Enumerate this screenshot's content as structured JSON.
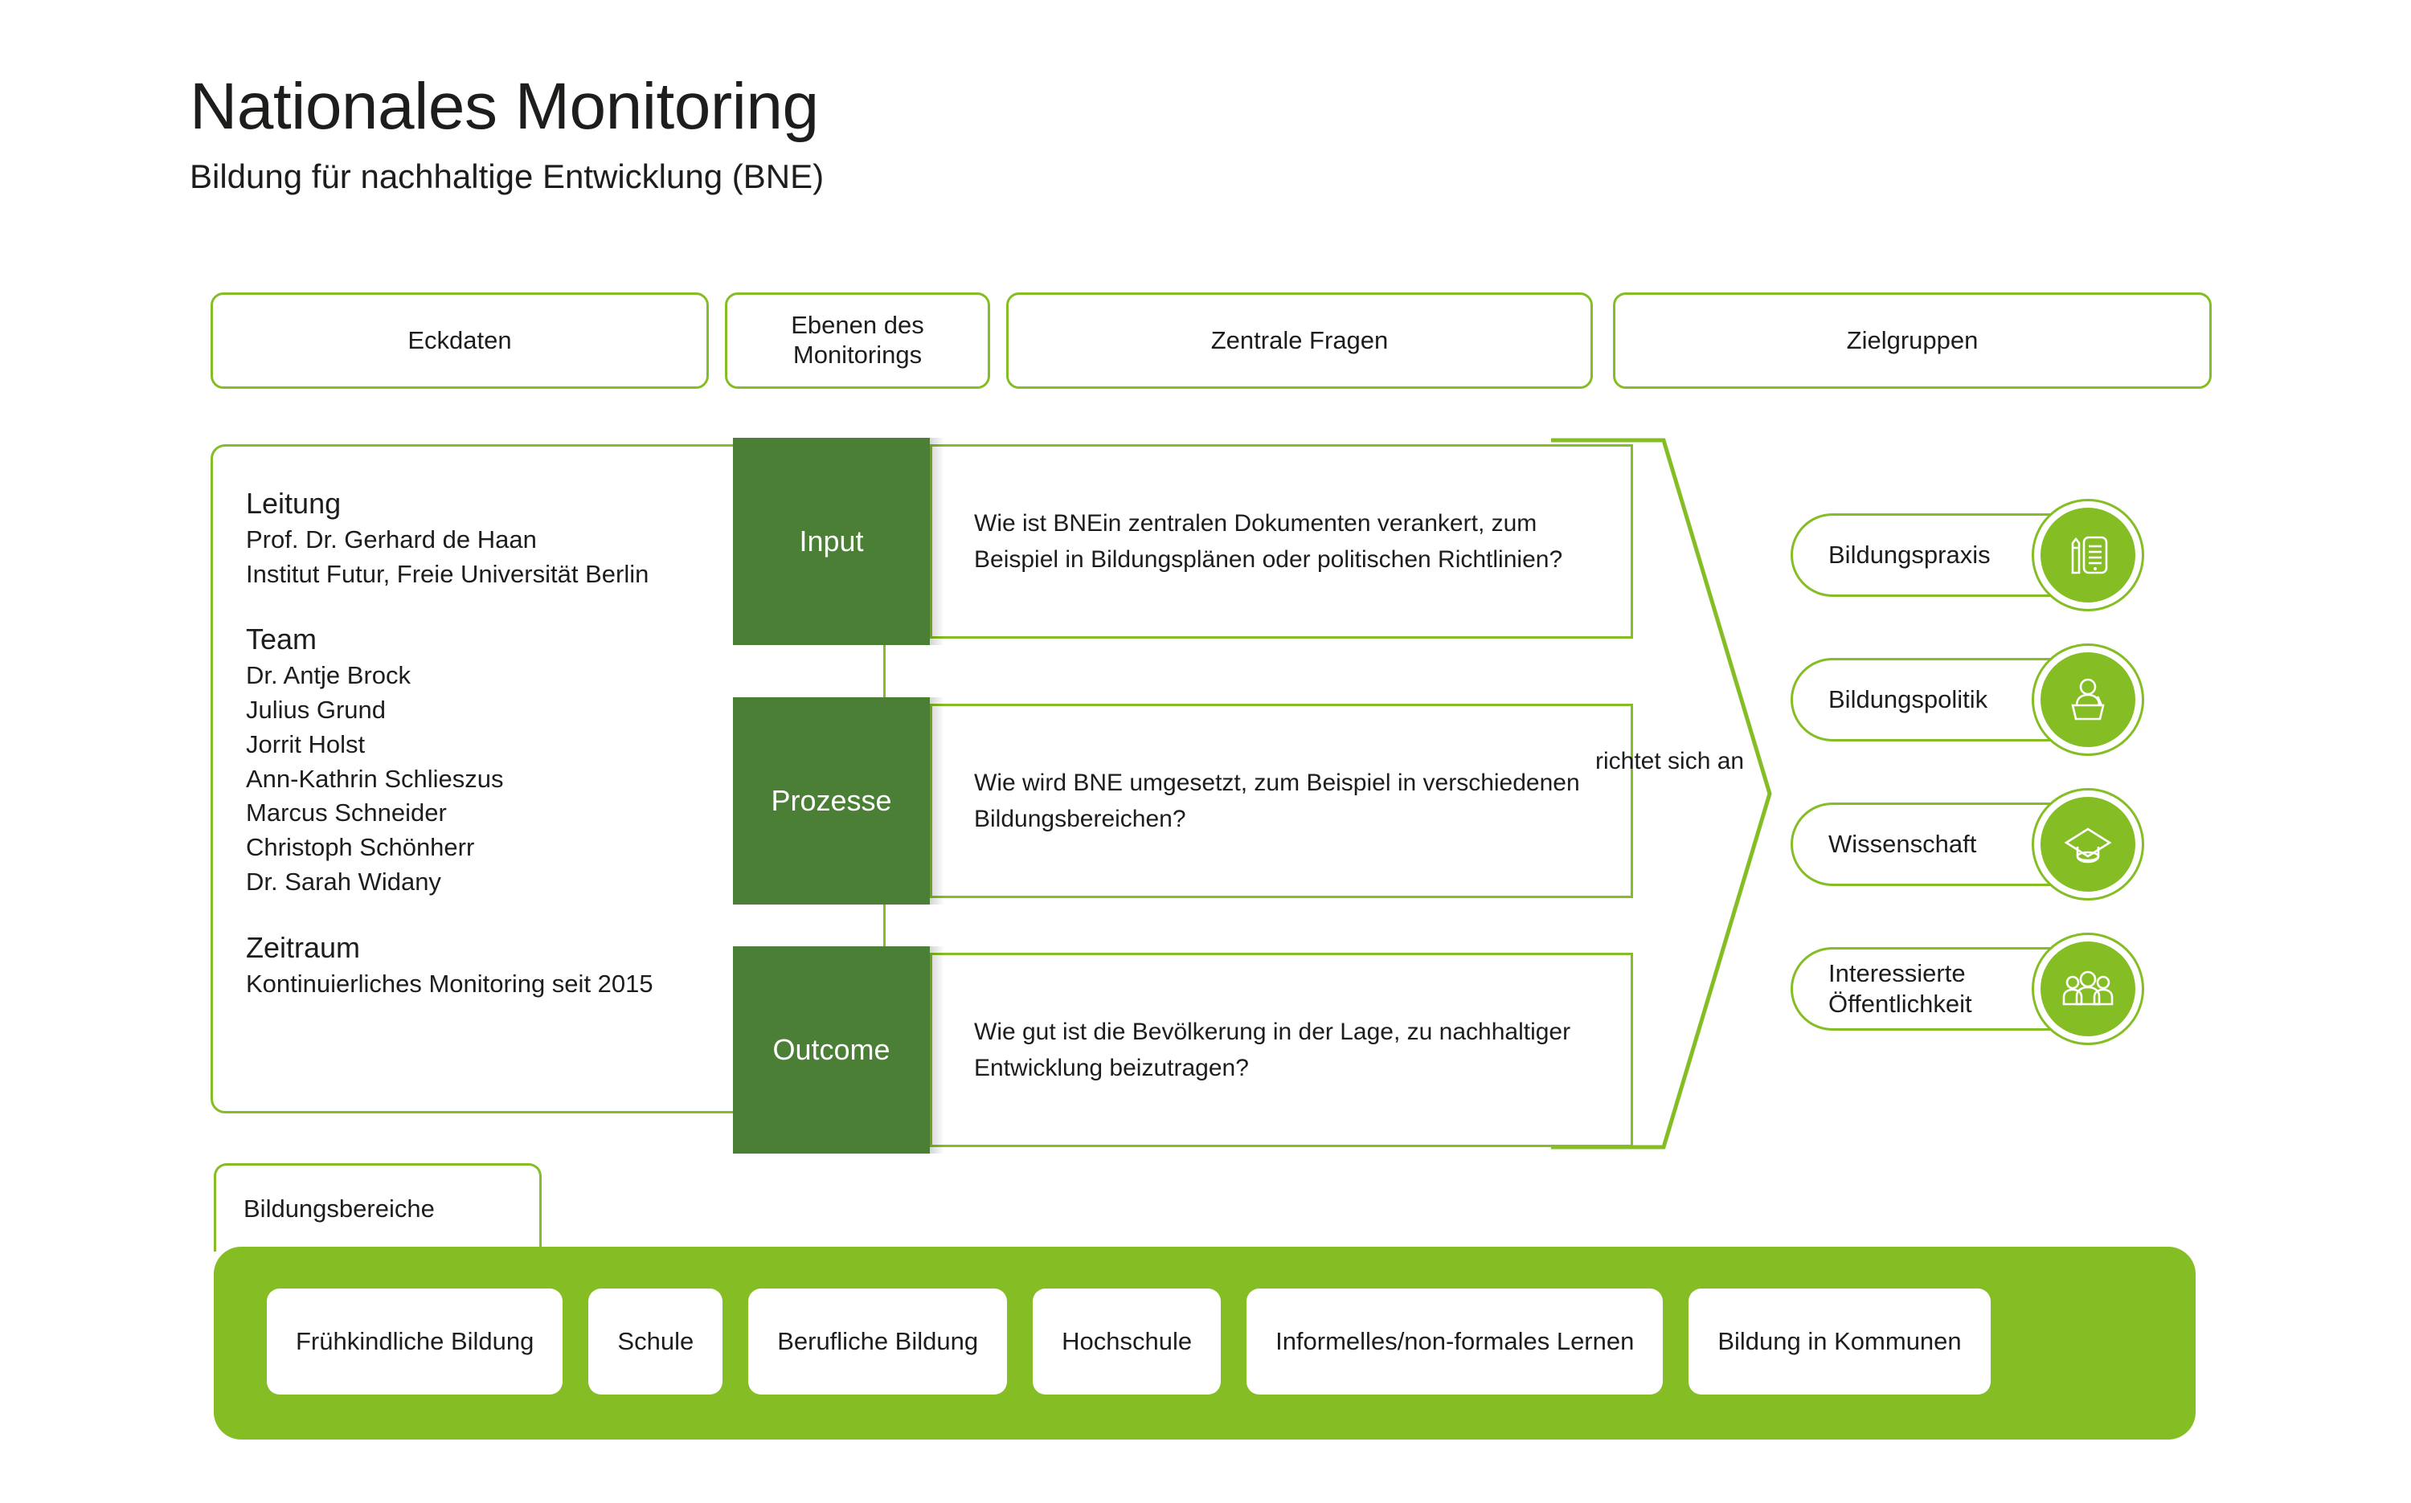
{
  "title": {
    "main": "Nationales Monitoring",
    "subtitle": "Bildung für nachhaltige Entwicklung (BNE)"
  },
  "colors": {
    "accent_light_green": "#85bd24",
    "accent_dark_green": "#4b7f36",
    "text": "#1d1d1b",
    "background": "#ffffff"
  },
  "header_tabs": [
    {
      "label": "Eckdaten"
    },
    {
      "label": "Ebenen des Monitorings"
    },
    {
      "label": "Zentrale Fragen"
    },
    {
      "label": "Zielgruppen"
    }
  ],
  "eckdaten": {
    "groups": [
      {
        "heading": "Leitung",
        "lines": [
          "Prof. Dr. Gerhard de Haan",
          "Institut Futur, Freie Universität Berlin"
        ]
      },
      {
        "heading": "Team",
        "lines": [
          "Dr. Antje Brock",
          "Julius Grund",
          "Jorrit Holst",
          "Ann-Kathrin Schlieszus",
          "Marcus Schneider",
          "Christoph Schönherr",
          "Dr. Sarah Widany"
        ]
      },
      {
        "heading": "Zeitraum",
        "lines": [
          "Kontinuierliches Monitoring seit 2015"
        ]
      }
    ]
  },
  "levels": [
    {
      "level": "Input",
      "question": "Wie ist BNEin zentralen Dokumenten verankert, zum Beispiel in Bildungsplänen oder politischen Richtlinien?"
    },
    {
      "level": "Prozesse",
      "question": "Wie wird BNE umgesetzt, zum Beispiel in verschiedenen Bildungsbereichen?"
    },
    {
      "level": "Outcome",
      "question": "Wie gut ist die Bevölkerung in der Lage, zu nachhaltiger Entwicklung beizutragen?"
    }
  ],
  "connector": {
    "label": "richtet sich an"
  },
  "target_groups": [
    {
      "label": "Bildungspraxis",
      "icon": "document-pencil-icon"
    },
    {
      "label": "Bildungspolitik",
      "icon": "person-at-lectern-icon"
    },
    {
      "label": "Wissenschaft",
      "icon": "graduation-cap-icon"
    },
    {
      "label": "Interessierte Öffentlichkeit",
      "icon": "people-group-icon"
    }
  ],
  "education_areas": {
    "tab_label": "Bildungsbereiche",
    "items": [
      {
        "label": "Frühkindliche Bildung"
      },
      {
        "label": "Schule"
      },
      {
        "label": "Berufliche Bildung"
      },
      {
        "label": "Hochschule"
      },
      {
        "label": "Informelles/non-formales Lernen"
      },
      {
        "label": "Bildung in Kommunen"
      }
    ]
  }
}
